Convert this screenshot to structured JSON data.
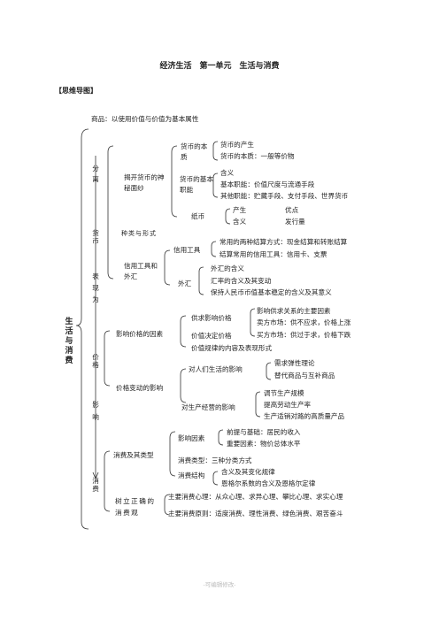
{
  "title": "经济生活　第一单元　生活与消费",
  "section_header": "【思维导图】",
  "root": "商品：以使用价值与价值为基本属性",
  "left_labels": {
    "life_consumption": "生活与消费",
    "fenli": "分离",
    "huobi": "货币",
    "biaoxianwei": "表现为",
    "jiage": "价格",
    "yingxiang": "影响",
    "xiaofei": "消费"
  },
  "money": {
    "reveal": "揭开货币的神秘面纱",
    "essence_label": "货币的本质",
    "essence_items": [
      "货币的产生",
      "货币的本质：一般等价物"
    ],
    "function_label": "货币的基本职能",
    "function_items": [
      "含义",
      "基本职能：价值尺度与流通手段",
      "其他职能：贮藏手段、支付手段、世界货币"
    ],
    "paper_label": "纸币",
    "paper_items": [
      "产生",
      "优点",
      "含义",
      "发行量"
    ],
    "kinds_forms": "种类与形式",
    "credit_forex": "信用工具和外汇",
    "credit_label": "信用工具",
    "credit_items": [
      "常用的两种结算方式：现金结算和转账结算",
      "结算常用的信用工具：信用卡、支票"
    ],
    "forex_label": "外汇",
    "forex_items": [
      "外汇的含义",
      "汇率的含义及其变动",
      "保持人民币币值基本稳定的含义及其意义"
    ]
  },
  "price": {
    "factors": "影响价格的因素",
    "supply_demand": "供求影响价格",
    "sd_items": [
      "影响供求关系的主要因素",
      "卖方市场：供不应求，价格上涨",
      "买方市场：供过于求，价格下跌"
    ],
    "value_decides": "价值决定价格",
    "law_of_value": "价值规律的内容及表现形式",
    "changes": "价格变动的影响",
    "on_life": "对人们生活的影响",
    "life_items": [
      "需求弹性理论",
      "替代商品与互补商品"
    ],
    "on_production": "对生产经营的影响",
    "prod_items": [
      "调节生产规模",
      "提高劳动生产率",
      "生产适销对路的高质量产品"
    ]
  },
  "consumption": {
    "types": "消费及其类型",
    "factors": "影响因素",
    "factor_items": [
      "前提与基础：居民的收入",
      "重要因素：物价总体水平"
    ],
    "kinds": "消费类型：三种分类方式",
    "structure": "消费结构",
    "structure_items": [
      "含义及其变化规律",
      "恩格尔系数的含义及恩格尔定律"
    ],
    "correct_view": "树立正确的消费观",
    "psychology": "主要消费心理：从众心理、求异心理、攀比心理、求实心理",
    "principles": "主要消费原则：适度消费、理性消费、绿色消费、艰苦奋斗"
  },
  "footer": "-可编辑修改-"
}
